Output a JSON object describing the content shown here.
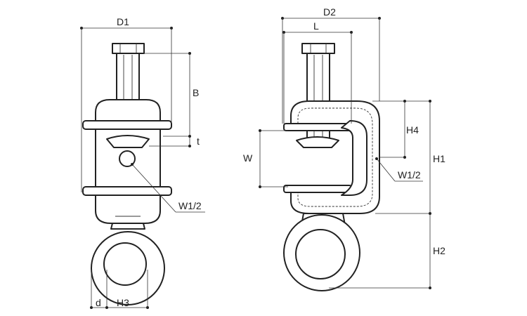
{
  "front_view": {
    "dimension_labels": {
      "d1": "D1",
      "b": "B",
      "t": "t",
      "w12": "W1/2",
      "d": "d",
      "h3": "H3"
    }
  },
  "side_view": {
    "dimension_labels": {
      "d2": "D2",
      "l": "L",
      "w": "W",
      "h4": "H4",
      "h1": "H1",
      "w12": "W1/2",
      "h2": "H2"
    }
  }
}
